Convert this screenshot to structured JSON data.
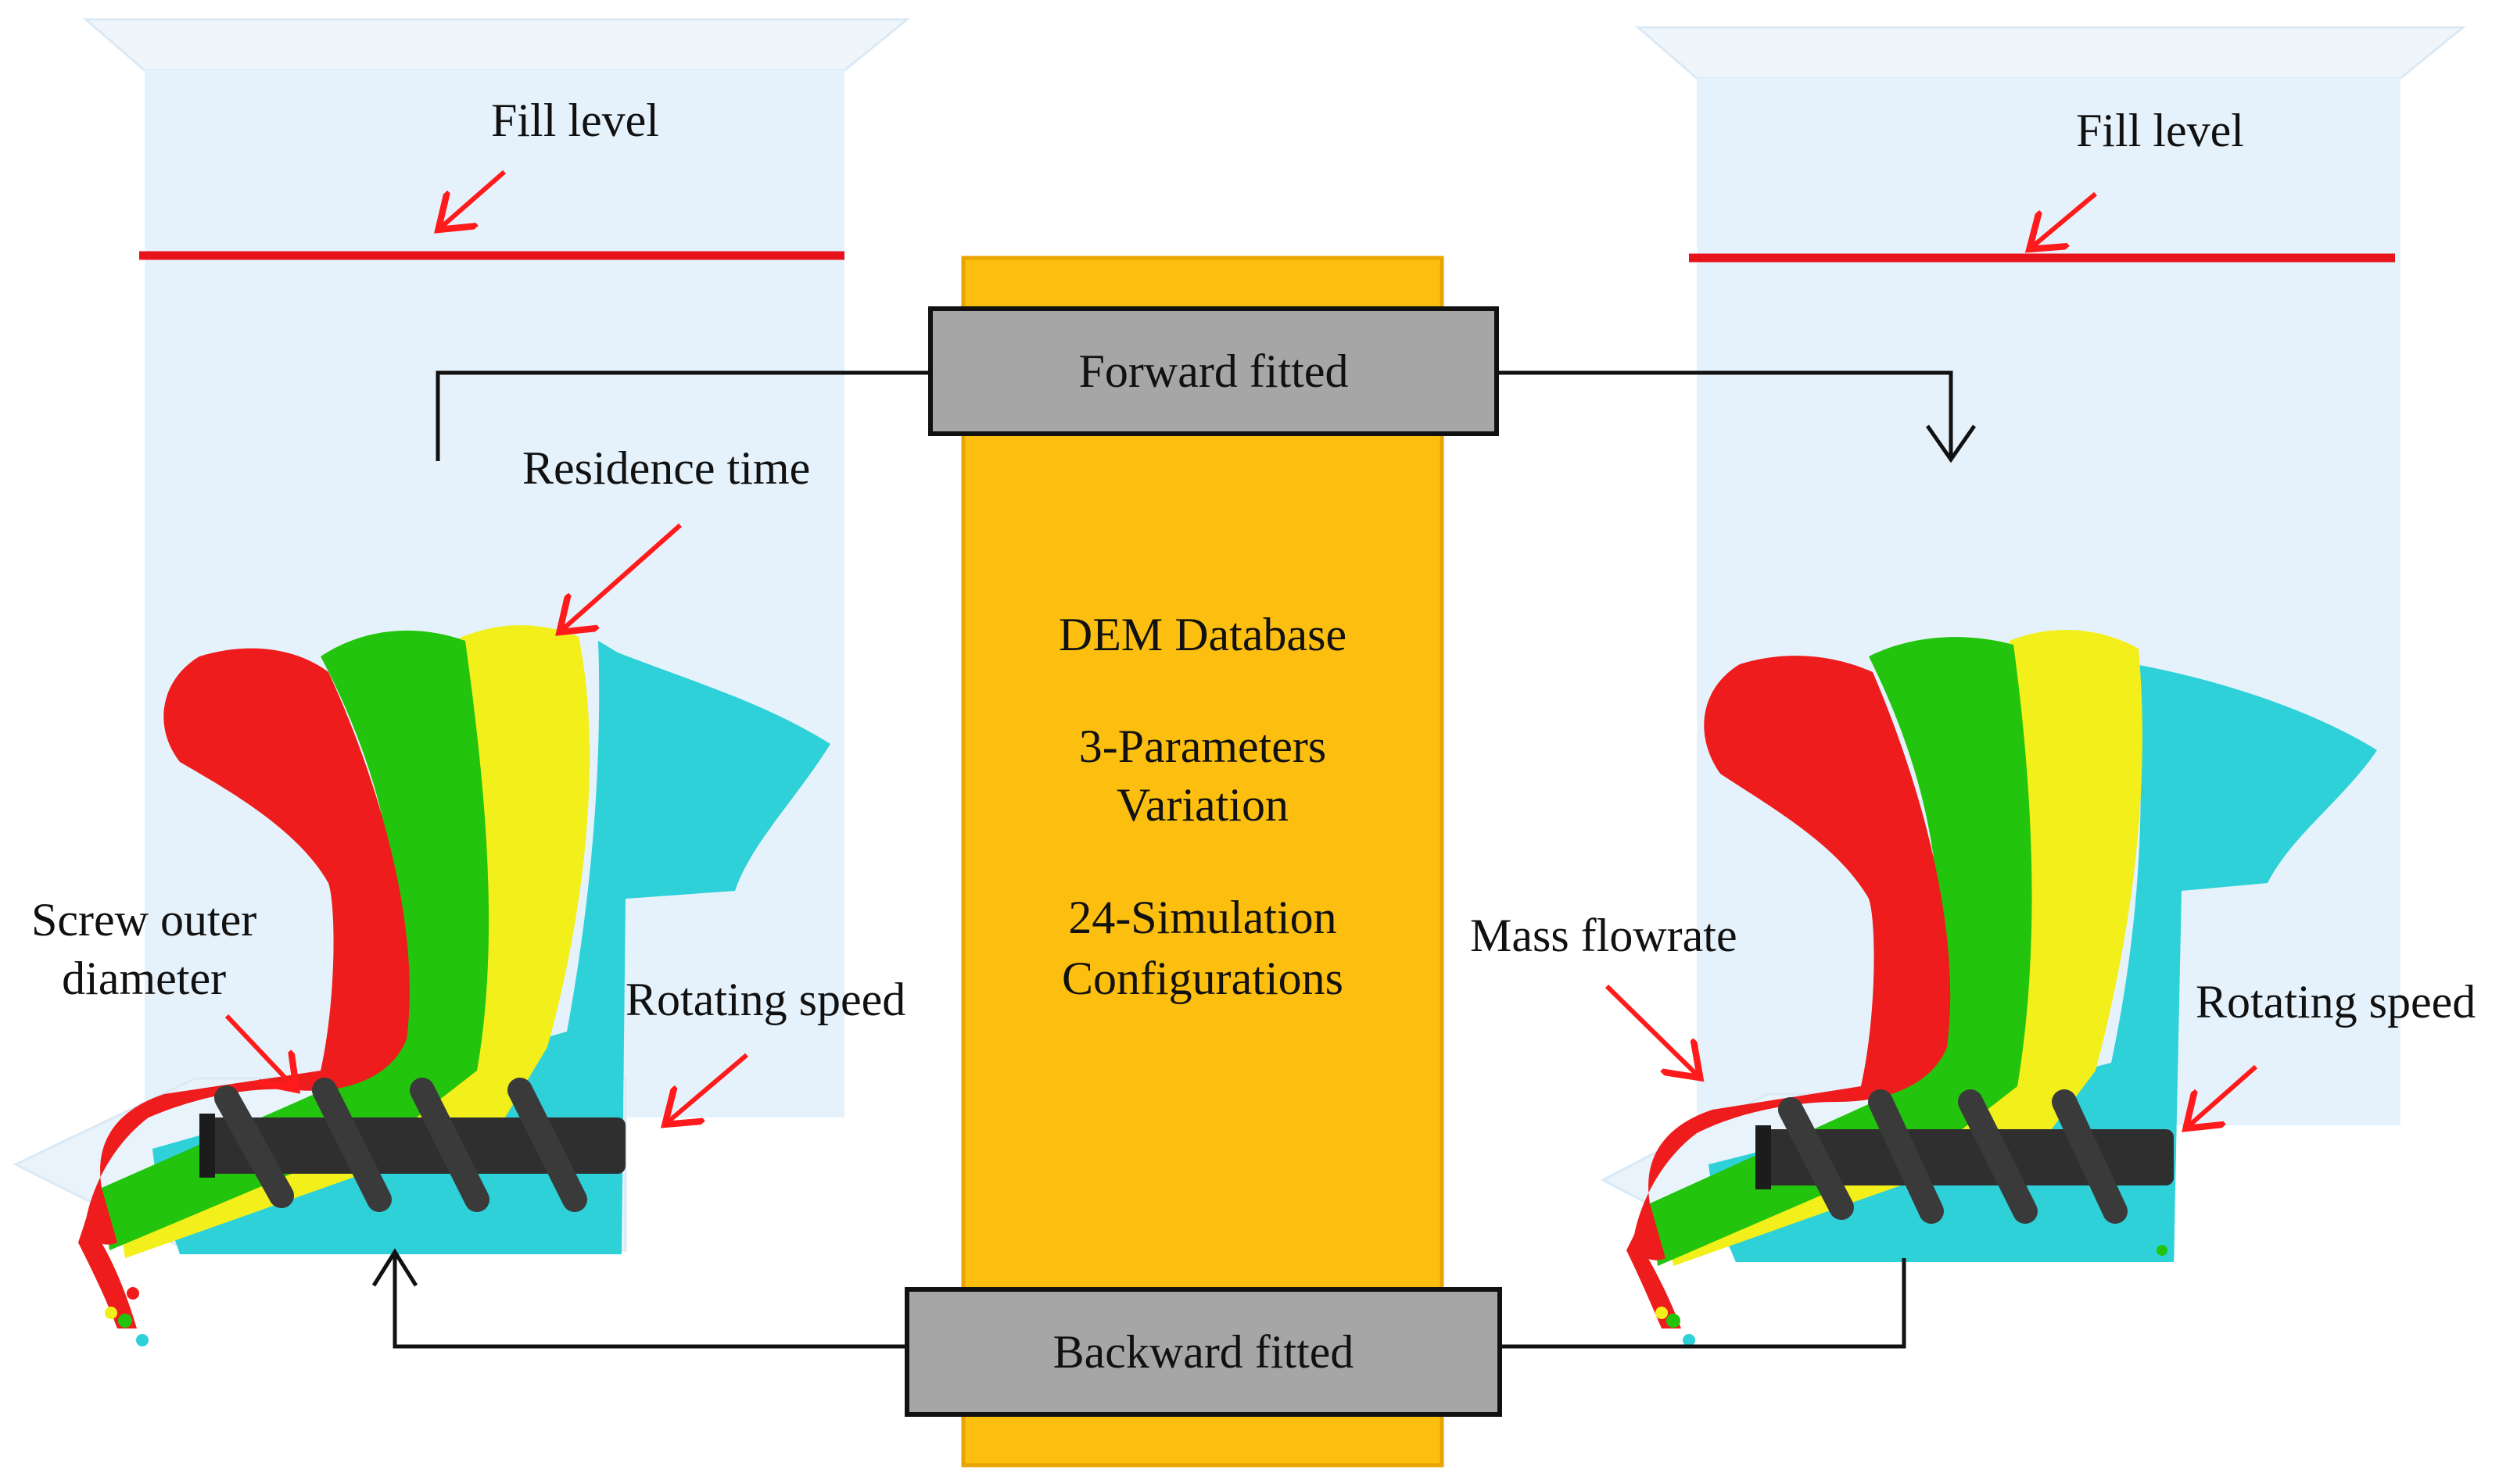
{
  "left_panel": {
    "fill_level": "Fill level",
    "residence_time": "Residence time",
    "screw_outer_diameter": "Screw outer\ndiameter",
    "rotating_speed": "Rotating speed"
  },
  "right_panel": {
    "fill_level": "Fill level",
    "mass_flowrate": "Mass flowrate",
    "rotating_speed": "Rotating speed"
  },
  "center": {
    "forward_fitted": "Forward fitted",
    "backward_fitted": "Backward fitted",
    "database_title": "DEM Database",
    "parameters": "3-Parameters\nVariation",
    "simulations": "24-Simulation\nConfigurations"
  },
  "colors": {
    "particle_red": "#ee1c1c",
    "particle_green": "#22c40e",
    "particle_yellow": "#f2ef1a",
    "particle_cyan": "#2ed1d8",
    "screw": "#2f2f2f",
    "hopper": "#e6f2fb",
    "fill_line": "#e8141b",
    "arrow": "#ff1b1b",
    "database_bar": "#fdbf0f",
    "fit_box": "#a6a6a6"
  }
}
